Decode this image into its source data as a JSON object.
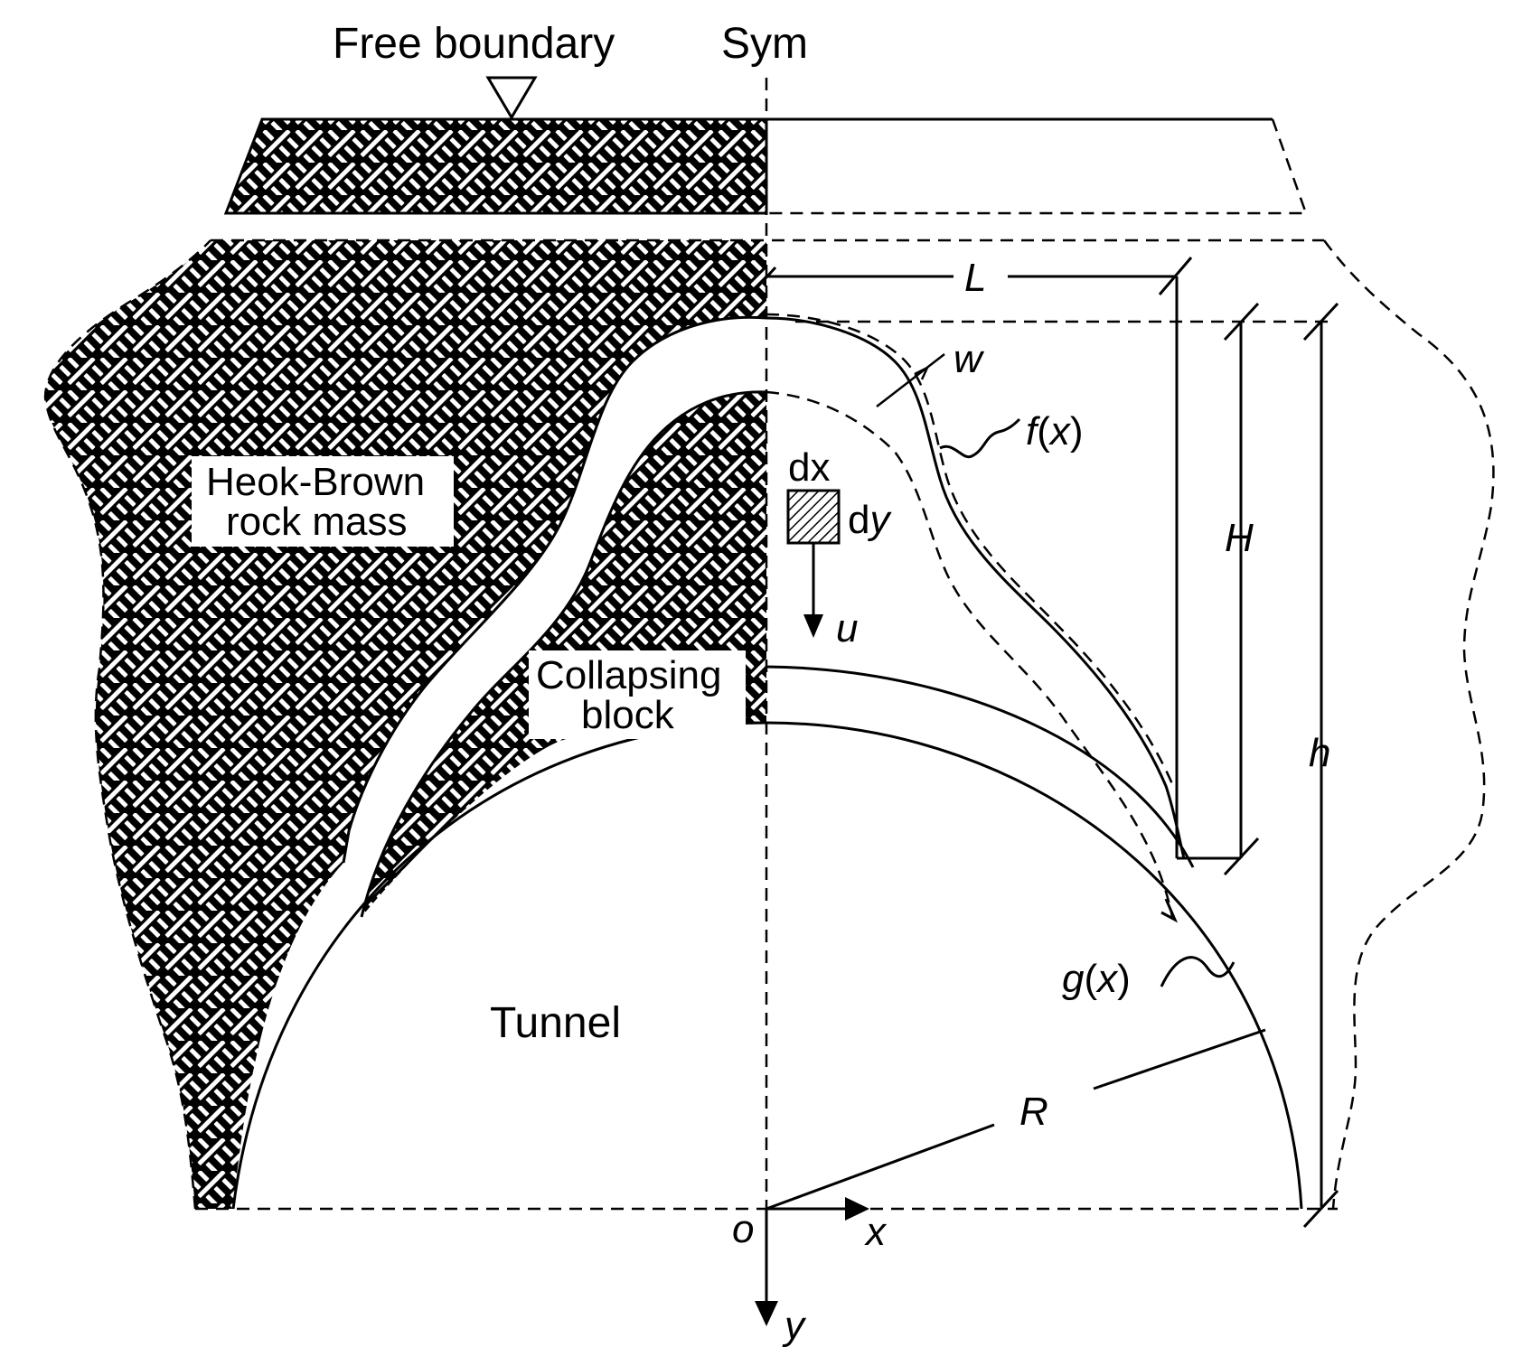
{
  "figure": {
    "labels": {
      "free_boundary": "Free boundary",
      "sym": "Sym",
      "rock_mass_line1": "Heok-Brown",
      "rock_mass_line2": "rock mass",
      "collapsing_line1": "Collapsing",
      "collapsing_line2": "block",
      "tunnel": "Tunnel",
      "dx": "dx",
      "dy_d": "d",
      "dy_y": "y",
      "u": "u",
      "w": "w",
      "L": "L",
      "H": "H",
      "h": "h",
      "R": "R",
      "fx_f": "f",
      "fx_open": "(",
      "fx_x": "x",
      "fx_close": ")",
      "gx_g": "g",
      "gx_open": "(",
      "gx_x": "x",
      "gx_close": ")",
      "origin": "o",
      "x_axis": "x",
      "y_axis": "y"
    },
    "colors": {
      "line": "#000000",
      "background": "#ffffff",
      "hatch": "#000000"
    }
  }
}
